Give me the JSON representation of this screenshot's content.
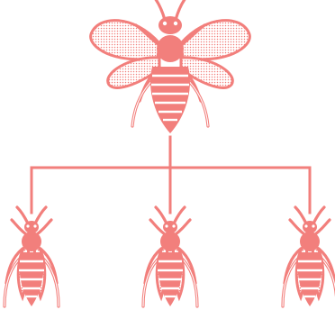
{
  "diagram": {
    "description_hidden": "",
    "color": "#f27f7c",
    "nodes": [
      {
        "id": "queen",
        "icon": "winged-bee-icon",
        "level": 0
      },
      {
        "id": "worker-left",
        "icon": "wingless-bee-icon",
        "level": 1
      },
      {
        "id": "worker-middle",
        "icon": "wingless-bee-icon",
        "level": 1
      },
      {
        "id": "worker-right",
        "icon": "wingless-bee-icon",
        "level": 1
      }
    ],
    "edges": [
      {
        "from": "queen",
        "to": "worker-left"
      },
      {
        "from": "queen",
        "to": "worker-middle"
      },
      {
        "from": "queen",
        "to": "worker-right"
      }
    ]
  }
}
